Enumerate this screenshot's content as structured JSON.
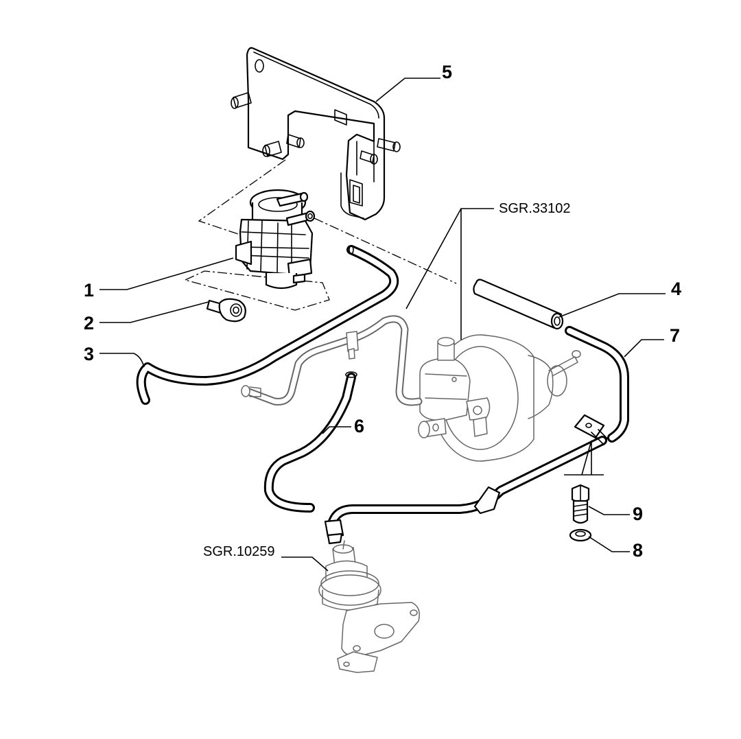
{
  "callouts": [
    {
      "id": "1",
      "text": "1"
    },
    {
      "id": "2",
      "text": "2"
    },
    {
      "id": "3",
      "text": "3"
    },
    {
      "id": "4",
      "text": "4"
    },
    {
      "id": "5",
      "text": "5"
    },
    {
      "id": "6",
      "text": "6"
    },
    {
      "id": "7",
      "text": "7"
    },
    {
      "id": "8",
      "text": "8"
    },
    {
      "id": "9",
      "text": "9"
    }
  ],
  "references": {
    "brake_booster": "SGR.33102",
    "egr_valve": "SGR.10259"
  }
}
